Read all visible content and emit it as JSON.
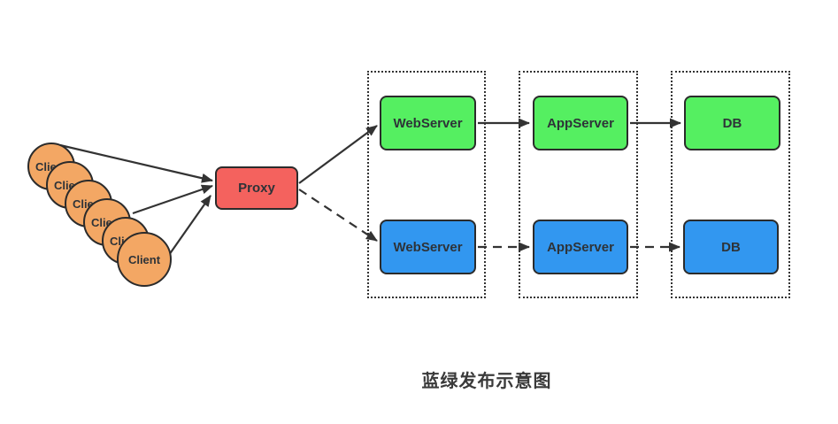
{
  "title": "蓝绿发布示意图",
  "colors": {
    "client_fill": "#F3A764",
    "proxy_fill": "#F4625E",
    "green_fill": "#55EF61",
    "blue_fill": "#3297F0",
    "line": "#333333",
    "node_border": "#2B2B2B",
    "node_text": "#2E3338",
    "title_text": "#3A3A3A"
  },
  "clients": {
    "label": "Client",
    "count": 6
  },
  "proxy": {
    "label": "Proxy"
  },
  "green_row": {
    "webserver": "WebServer",
    "appserver": "AppServer",
    "db": "DB"
  },
  "blue_row": {
    "webserver": "WebServer",
    "appserver": "AppServer",
    "db": "DB"
  },
  "edges": [
    {
      "id": "e1",
      "from": "client-1",
      "to": "proxy",
      "style": "solid"
    },
    {
      "id": "e2",
      "from": "client-4",
      "to": "proxy",
      "style": "solid"
    },
    {
      "id": "e3",
      "from": "client-6",
      "to": "proxy",
      "style": "solid"
    },
    {
      "id": "e4",
      "from": "proxy",
      "to": "green-webserver",
      "style": "solid"
    },
    {
      "id": "e5",
      "from": "proxy",
      "to": "blue-webserver",
      "style": "dashed"
    },
    {
      "id": "e6",
      "from": "green-webserver",
      "to": "green-appserver",
      "style": "solid"
    },
    {
      "id": "e7",
      "from": "green-appserver",
      "to": "green-db",
      "style": "solid"
    },
    {
      "id": "e8",
      "from": "blue-webserver",
      "to": "blue-appserver",
      "style": "dashed"
    },
    {
      "id": "e9",
      "from": "blue-appserver",
      "to": "blue-db",
      "style": "dashed"
    }
  ]
}
